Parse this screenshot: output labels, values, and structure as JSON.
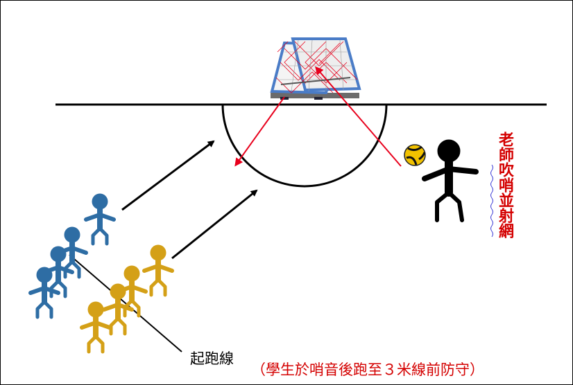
{
  "teacher_note": "老師吹哨並射網",
  "start_line_label": "起跑線",
  "caption": "（學生於哨音後跑至３米線前防守）",
  "colors": {
    "team_blue": "#2e6da4",
    "team_gold": "#d4a017",
    "arrow_red": "#e8001c",
    "net_blue": "#4a7cc7",
    "text_red": "#d40000"
  },
  "icons": [
    "goal-net-icon",
    "ball-icon",
    "teacher-figure-icon",
    "student-figure-icon"
  ]
}
